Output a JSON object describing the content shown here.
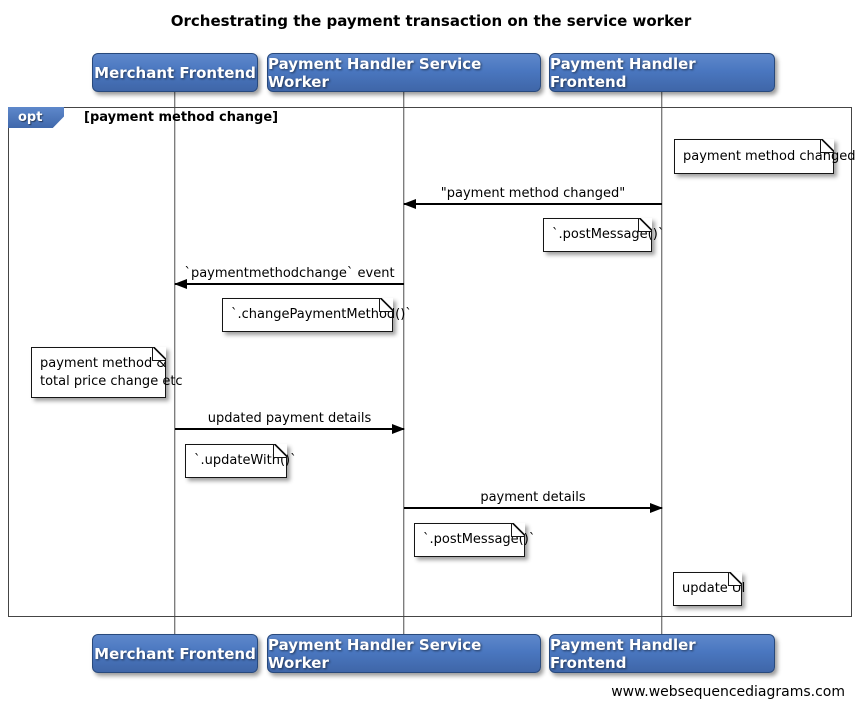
{
  "title": "Orchestrating the payment transaction on the service worker",
  "footer": "www.websequencediagrams.com",
  "colors": {
    "actor_fill": "#4a77c0",
    "actor_border": "#28497c",
    "actor_text": "#ffffff",
    "frame_border": "#454545",
    "lifeline": "#7d7d7d",
    "arrow": "#000000",
    "note_fill": "#ffffff",
    "background": "#ffffff"
  },
  "actors": [
    {
      "label": "Merchant Frontend"
    },
    {
      "label": "Payment Handler Service Worker"
    },
    {
      "label": "Payment Handler Frontend"
    }
  ],
  "fragment": {
    "operator": "opt",
    "guard": "[payment method change]"
  },
  "messages": [
    {
      "label": "\"payment method changed\"",
      "from": "Payment Handler Frontend",
      "to": "Payment Handler Service Worker",
      "direction": "left"
    },
    {
      "label": "`paymentmethodchange` event",
      "from": "Payment Handler Service Worker",
      "to": "Merchant Frontend",
      "direction": "left"
    },
    {
      "label": "updated payment details",
      "from": "Merchant Frontend",
      "to": "Payment Handler Service Worker",
      "direction": "right"
    },
    {
      "label": "payment details",
      "from": "Payment Handler Service Worker",
      "to": "Payment Handler Frontend",
      "direction": "right"
    }
  ],
  "notes": [
    {
      "text": "payment method changed",
      "anchor": "right of Payment Handler Frontend"
    },
    {
      "text": "`.postMessage()`",
      "anchor": "left of Payment Handler Frontend"
    },
    {
      "text": "`.changePaymentMethod()`",
      "anchor": "left of Payment Handler Service Worker"
    },
    {
      "line1": "payment method &",
      "line2": "total price change etc",
      "anchor": "left of Merchant Frontend"
    },
    {
      "text": "`.updateWith()`",
      "anchor": "right of Merchant Frontend"
    },
    {
      "text": "`.postMessage()`",
      "anchor": "right of Payment Handler Service Worker"
    },
    {
      "text": "update UI",
      "anchor": "right of Payment Handler Frontend"
    }
  ]
}
